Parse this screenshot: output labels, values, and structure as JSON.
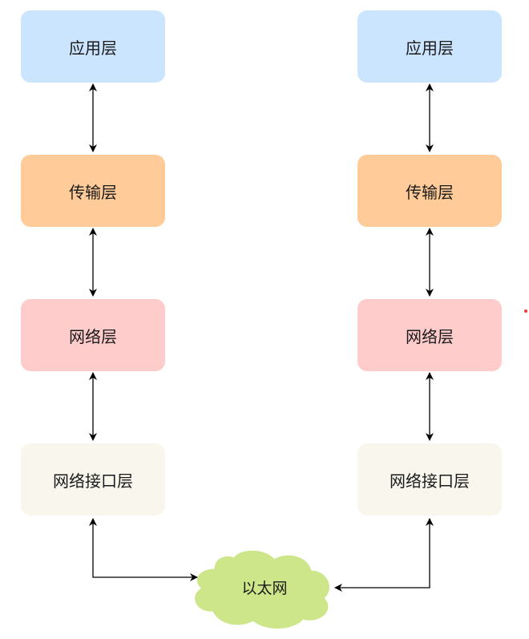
{
  "left_stack": {
    "application": "应用层",
    "transport": "传输层",
    "network": "网络层",
    "link": "网络接口层"
  },
  "right_stack": {
    "application": "应用层",
    "transport": "传输层",
    "network": "网络层",
    "link": "网络接口层"
  },
  "medium": {
    "label": "以太网"
  },
  "colors": {
    "application": "#cce5ff",
    "transport": "#ffcc99",
    "network": "#ffcccc",
    "link": "#f9f7ed",
    "cloud": "#cde68a",
    "arrow": "#000000"
  }
}
